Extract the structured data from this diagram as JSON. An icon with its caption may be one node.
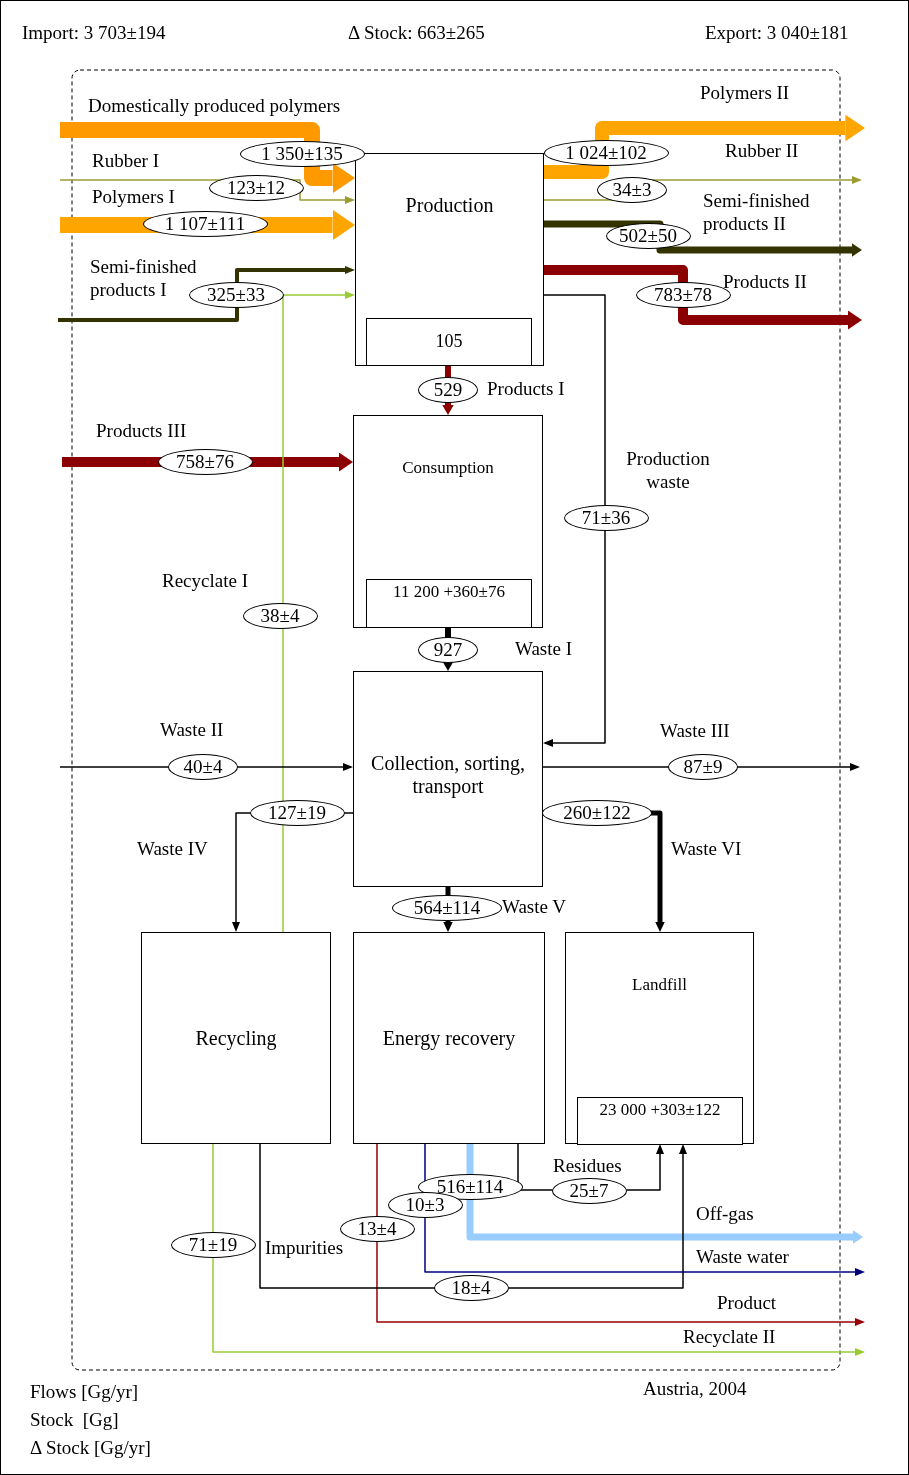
{
  "diagram": {
    "nodes": [
      {
        "text": [
          "Production"
        ]
      },
      {
        "text": [
          "105"
        ],
        "in": 0
      },
      {
        "text": [
          "Consumption"
        ]
      },
      {
        "text": [
          "11 200 +360±76"
        ],
        "in": 2
      },
      {
        "text": [
          "Collection, sorting, transport"
        ]
      },
      {
        "text": [
          "Recycling"
        ]
      },
      {
        "text": [
          "Energy recovery"
        ]
      },
      {
        "text": [
          "Landfill"
        ]
      },
      {
        "text": [
          "23 000 +303±122"
        ],
        "in": 7
      }
    ],
    "edges": [
      {
        "from": null,
        "to": 0,
        "arrow": "to",
        "label": "1 350±135",
        "style": "thick",
        "color": "#ff9900"
      },
      {
        "from": null,
        "to": 0,
        "arrow": "to",
        "label": "123±12",
        "color": "#9c9c33"
      },
      {
        "from": null,
        "to": 0,
        "arrow": "to",
        "label": "1 107±111",
        "style": "thick",
        "color": "#ffa500"
      },
      {
        "from": null,
        "to": 0,
        "arrow": "to",
        "label": "325±33",
        "style": "thick",
        "color": "#333300"
      },
      {
        "from": 0,
        "to": null,
        "arrow": "to",
        "label": "1 024±102",
        "style": "thick",
        "color": "#ffa500"
      },
      {
        "from": 0,
        "to": null,
        "arrow": "to",
        "label": "34±3",
        "color": "#9c9c33"
      },
      {
        "from": 0,
        "to": null,
        "arrow": "to",
        "label": "502±50",
        "style": "thick",
        "color": "#333300"
      },
      {
        "from": 0,
        "to": null,
        "arrow": "to",
        "label": "783±78",
        "style": "thick",
        "color": "#8b0000"
      },
      {
        "from": 0,
        "to": 2,
        "arrow": "to",
        "label": "529",
        "style": "thick",
        "color": "#8b0000"
      },
      {
        "from": 0,
        "to": 4,
        "arrow": "to",
        "label": "71±36"
      },
      {
        "from": null,
        "to": 2,
        "arrow": "to",
        "label": "758±76",
        "style": "thick",
        "color": "#8b0000"
      },
      {
        "from": 5,
        "to": 0,
        "arrow": "to",
        "label": "38±4",
        "color": "#99cc33"
      },
      {
        "from": 2,
        "to": 4,
        "arrow": "to",
        "label": "927",
        "style": "thick"
      },
      {
        "from": null,
        "to": 4,
        "arrow": "to",
        "label": "40±4"
      },
      {
        "from": 4,
        "to": null,
        "arrow": "to",
        "label": "87±9"
      },
      {
        "from": 4,
        "to": 5,
        "arrow": "to",
        "label": "127±19"
      },
      {
        "from": 4,
        "to": 7,
        "arrow": "to",
        "label": "260±122",
        "style": "thick"
      },
      {
        "from": 4,
        "to": 6,
        "arrow": "to",
        "label": "564±114",
        "style": "thick"
      },
      {
        "from": 6,
        "to": null,
        "arrow": "to",
        "label": "516±114",
        "style": "thick",
        "color": "#99ccff"
      },
      {
        "from": 6,
        "to": 7,
        "arrow": "to",
        "label": "25±7"
      },
      {
        "from": 6,
        "to": null,
        "arrow": "to",
        "label": "10±3",
        "color": "#000080"
      },
      {
        "from": 6,
        "to": null,
        "arrow": "to",
        "label": "13±4",
        "color": "#990000"
      },
      {
        "from": 5,
        "to": 7,
        "arrow": "to",
        "label": "18±4"
      },
      {
        "from": 5,
        "to": null,
        "arrow": "to",
        "label": "71±19",
        "color": "#99cc33"
      }
    ],
    "labels": [
      "Import: 3 703±194",
      "Δ Stock: 663±265",
      "Export: 3 040±181",
      "Domestically produced polymers",
      "Polymers II",
      "Rubber I",
      "Rubber II",
      "Polymers I",
      "Semi-finished products II",
      "Semi-finished products I",
      "Products II",
      "Products I",
      "Products III",
      "Production waste",
      "Recyclate I",
      "Waste I",
      "Waste II",
      "Waste III",
      "Waste IV",
      "Waste VI",
      "Waste V",
      "Residues",
      "Off-gas",
      "Impurities",
      "Waste water",
      "Product",
      "Recyclate II",
      "Flows [Gg/yr]",
      "Stock  [Gg]",
      "Δ Stock [Gg/yr]",
      "Austria, 2004"
    ]
  }
}
